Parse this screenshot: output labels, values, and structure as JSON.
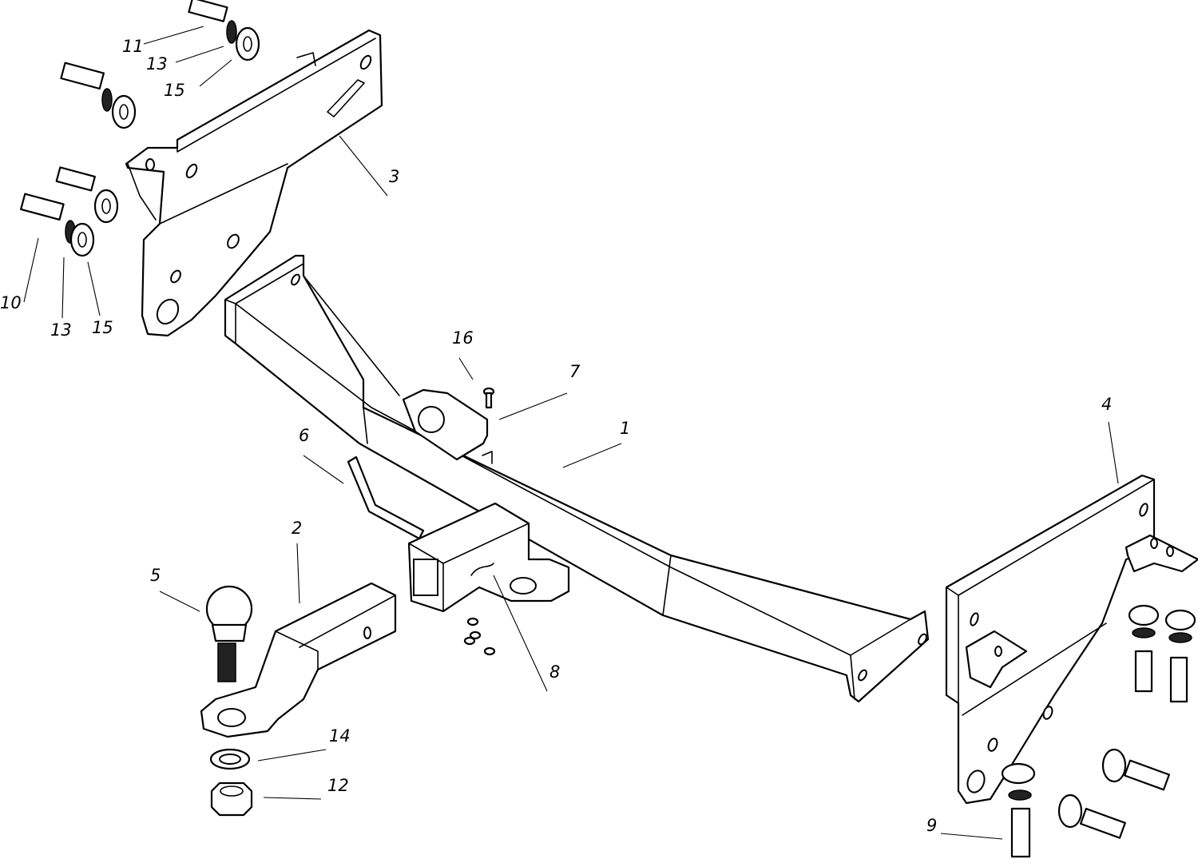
{
  "diagram": {
    "type": "exploded-assembly",
    "line_color": "#000000",
    "background": "#ffffff"
  },
  "callouts": {
    "c1": "1",
    "c2": "2",
    "c3": "3",
    "c4": "4",
    "c5": "5",
    "c6": "6",
    "c7": "7",
    "c8": "8",
    "c9": "9",
    "c10": "10",
    "c11": "11",
    "c12": "12",
    "c13_top": "13",
    "c13_left": "13",
    "c14": "14",
    "c15_top": "15",
    "c15_left": "15",
    "c16": "16"
  }
}
